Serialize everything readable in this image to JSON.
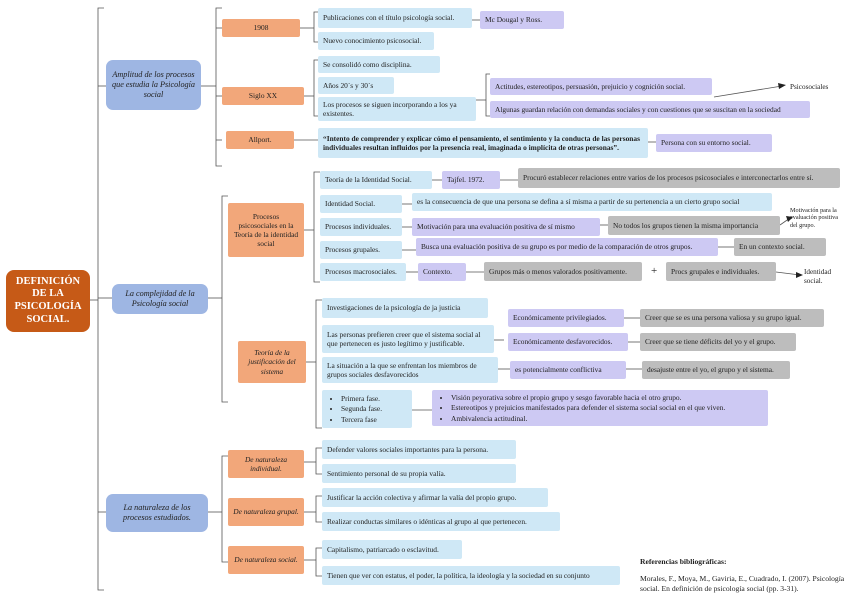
{
  "root": {
    "title": "DEFINICIÓN DE LA PSICOLOGÍA SOCIAL."
  },
  "categories": {
    "c1": "Amplitud de los procesos que estudia la Psicología social",
    "c2": "La complejidad de la Psicología social",
    "c3": "La naturaleza de los procesos estudiados."
  },
  "s1": {
    "o_1908": "1908",
    "o_sigloxx": "Siglo XX",
    "o_allport": "Allport.",
    "pub": "Publicaciones con el título psicología social.",
    "mcdougal": "Mc Dougal y Ross.",
    "nuevo": "Nuevo conocimiento psicosocial.",
    "consolido": "Se consolidó como disciplina.",
    "anos": "Años 20´s y 30´s",
    "procesos_inc": "Los procesos se siguen incorporando a los ya existentes.",
    "actitudes": "Actitudes, estereotipos, persuasión, prejuicio y cognición social.",
    "algunas": "Algunas guardan relación con demandas sociales y con cuestiones que se suscitan en la sociedad",
    "psicosociales": "Psicosociales",
    "quote": "“Intento de comprender y explicar cómo el pensamiento, el sentimiento y la conducta de las personas individuales resultan influidos por la presencia real, imaginada o implícita de otras personas”.",
    "persona": "Persona con su entorno social."
  },
  "s2": {
    "o_procesos": "Procesos psicosociales en la Teoría de la identidad social",
    "o_teoria": "Teoría de la justificación del sistema",
    "teoria_id": "Teoría de la Identidad Social.",
    "tajfel": "Tajfel. 1972.",
    "procuro": "Procuró establecer relaciones entre varios de los procesos psicosociales e interconectarlos entre sí.",
    "identidad": "Identidad Social.",
    "consecuencia": "es la consecuencia de que una persona se defina a sí misma a partir de su pertenencia a un cierto grupo social",
    "individuales": "Procesos individuales.",
    "motivacion": "Motivación para una evaluación positiva de sí mismo",
    "no_todos": "No todos los grupos tienen la misma importancia",
    "motivacion_eval": "Motivación para la evaluación positiva del grupo.",
    "grupales": "Procesos grupales.",
    "busca": "Busca una evaluación positiva de su grupo es por medio de la comparación de otros grupos.",
    "contexto_social": "En un contexto social.",
    "macro": "Procesos macrosociales.",
    "contexto": "Contexto.",
    "grupos_menos": "Grupos más o menos valorados positivamente.",
    "plus": "+",
    "procs_grupales": "Procs grupales e individuales.",
    "identidad_social": "Identidad social.",
    "investigaciones": "Investigaciones de la psicología de ja justicia",
    "personas_pref": "Las personas prefieren creer que el sistema social al que pertenecen es justo legítimo y justificable.",
    "econ_priv": "Económicamente privilegiados.",
    "creer_valiosa": "Creer que se es una persona valiosa y su grupo igual.",
    "econ_desf": "Económicamente desfavorecidos.",
    "creer_deficit": "Creer que se tiene déficits del yo y el grupo.",
    "situacion": "La situación a la que se enfrentan los miembros de grupos sociales desfavorecidos",
    "potencial": "es potencialmente conflictiva",
    "desajuste": "desajuste entre el yo, el grupo y el sistema.",
    "fases": [
      "Primera fase.",
      "Segunda fase.",
      "Tercera fase"
    ],
    "vision": [
      "Visión peyorativa sobre el propio grupo y sesgo favorable hacia el otro grupo.",
      "Estereotipos y prejuicios manifestados para defender el sistema social social en el que viven.",
      "Ambivalencia actitudinal."
    ]
  },
  "s3": {
    "o_individual": "De naturaleza individual.",
    "o_grupal": "De naturaleza grupal.",
    "o_social": "De naturaleza social.",
    "defender": "Defender valores sociales importantes para la persona.",
    "sentimiento": "Sentimiento personal de su propia valía.",
    "justificar": "Justificar la acción colectiva y afirmar la valía del propio grupo.",
    "realizar": "Realizar conductas similares o idénticas al grupo al que pertenecen.",
    "capitalismo": "Capitalismo, patriarcado o esclavitud.",
    "tienen": "Tienen que ver con estatus, el poder, la política, la ideología y la sociedad en su conjunto"
  },
  "references": {
    "heading": "Referencias bibliográficas:",
    "text": "Morales, F., Moya, M., Gaviria, E., Cuadrado, I. (2007). Psicología social. En definición de psicología social (pp. 3-31)."
  }
}
